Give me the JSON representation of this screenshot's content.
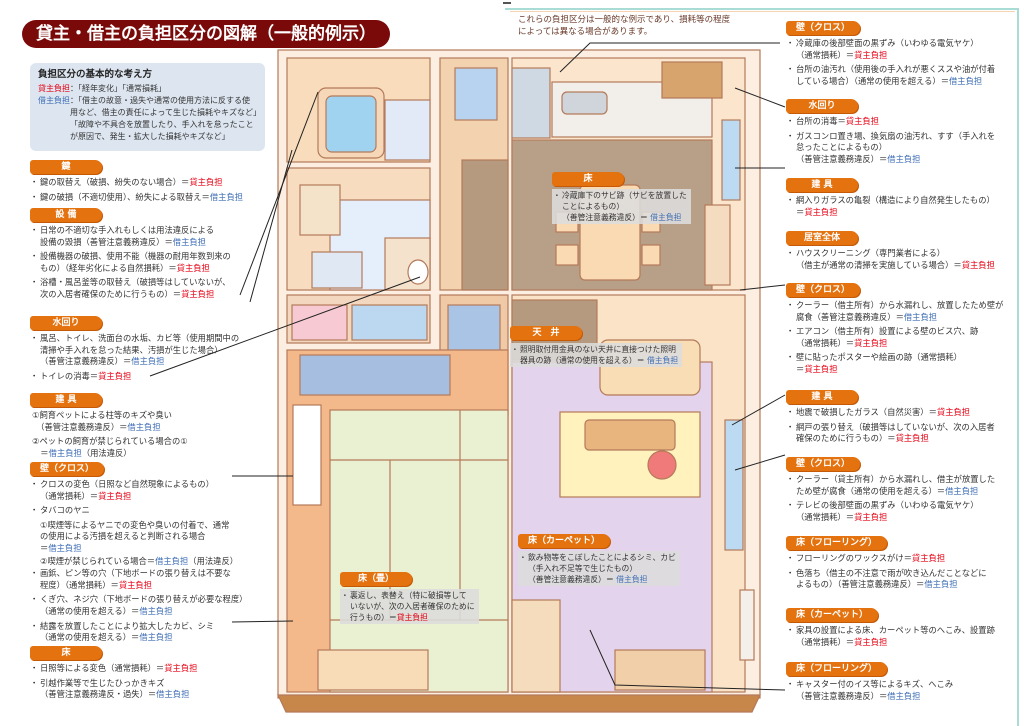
{
  "title": "貸主・借主の負担区分の図解（一般的例示）",
  "notice": "これらの負担区分は一般的な例示であり、損耗等の程度\nによっては異なる場合があります。",
  "colors": {
    "lessor": "#e60012",
    "lessee": "#3d6db5",
    "header": "#e4720f",
    "title_bg": "#7a0a0a",
    "info_bg": "#dde6f0"
  },
  "info": {
    "title": "負担区分の基本的な考え方",
    "lessor_label": "貸主負担",
    "lessor_text": "：「経年変化」「通常損耗」",
    "lessee_label": "借主負担",
    "lessee_text": "：「借主の故意・過失や通常の使用方法に反する使用など、借主の責任によって生じた損耗やキズなど」「故障や不具合を放置したり、手入れを怠ったことが原因で、発生・拡大した損耗やキズなど」"
  },
  "left": [
    {
      "header": "鍵",
      "items": [
        {
          "segs": [
            "鍵の取替え（破損、紛失のない場合）＝",
            {
              "t": "貸主負担",
              "p": "L"
            }
          ]
        },
        {
          "segs": [
            "鍵の破損（不適切使用）、紛失による取替え＝",
            {
              "t": "借主負担",
              "p": "T"
            }
          ]
        }
      ]
    },
    {
      "header": "設 備",
      "items": [
        {
          "segs": [
            "日常の不適切な手入れもしくは用法違反による\n設備の毀損（善管注意義務違反）＝",
            {
              "t": "借主負担",
              "p": "T"
            }
          ]
        },
        {
          "segs": [
            "設備機器の破損、使用不能（機器の耐用年数到来の\nもの）（経年劣化による自然損耗）＝",
            {
              "t": "貸主負担",
              "p": "L"
            }
          ]
        },
        {
          "segs": [
            "浴槽・風呂釜等の取替え（破損等はしていないが、\n次の入居者確保のために行うもの）＝",
            {
              "t": "貸主負担",
              "p": "L"
            }
          ]
        }
      ]
    },
    {
      "header": "水回り",
      "items": [
        {
          "segs": [
            "風呂、トイレ、洗面台の水垢、カビ等（使用期間中の\n清掃や手入れを怠った結果、汚損が生じた場合）\n（善管注意義務違反）＝",
            {
              "t": "借主負担",
              "p": "T"
            }
          ]
        },
        {
          "segs": [
            "トイレの消毒＝",
            {
              "t": "貸主負担",
              "p": "L"
            }
          ]
        }
      ]
    },
    {
      "header": "建 具",
      "items": [
        {
          "style": "nob",
          "segs": [
            "①飼育ペットによる柱等のキズや臭い\n　（善管注意義務違反）＝",
            {
              "t": "借主負担",
              "p": "T"
            }
          ]
        },
        {
          "style": "nob",
          "segs": [
            "②ペットの飼育が禁じられている場合の①\n　＝",
            {
              "t": "借主負担",
              "p": "T"
            },
            "（用法違反）"
          ]
        }
      ]
    },
    {
      "header": "壁（クロス）",
      "items": [
        {
          "segs": [
            "クロスの変色（日照など自然現象によるもの）\n（通常損耗）＝",
            {
              "t": "貸主負担",
              "p": "L"
            }
          ]
        },
        {
          "segs": [
            "タバコのヤニ"
          ]
        },
        {
          "style": "sub",
          "segs": [
            "①喫煙等によるヤニでの変色や臭いの付着で、通常\nの使用による汚損を超えると判断される場合\n＝",
            {
              "t": "借主負担",
              "p": "T"
            }
          ]
        },
        {
          "style": "sub",
          "segs": [
            "②喫煙が禁じられている場合＝",
            {
              "t": "借主負担",
              "p": "T"
            },
            "（用法違反）"
          ]
        },
        {
          "segs": [
            "画鋲、ピン等の穴（下地ボードの張り替えは不要な\n程度）（通常損耗）＝",
            {
              "t": "貸主負担",
              "p": "L"
            }
          ]
        },
        {
          "segs": [
            "くぎ穴、ネジ穴（下地ボードの張り替えが必要な程度）\n（通常の使用を超える）＝",
            {
              "t": "借主負担",
              "p": "T"
            }
          ]
        },
        {
          "segs": [
            "結露を放置したことにより拡大したカビ、シミ\n（通常の使用を超える）＝",
            {
              "t": "借主負担",
              "p": "T"
            }
          ]
        }
      ]
    },
    {
      "header": "床",
      "items": [
        {
          "segs": [
            "日照等による変色（通常損耗）＝",
            {
              "t": "貸主負担",
              "p": "L"
            }
          ]
        },
        {
          "segs": [
            "引越作業等で生じたひっかきキズ\n（善管注意義務違反・過失）＝",
            {
              "t": "借主負担",
              "p": "T"
            }
          ]
        }
      ]
    }
  ],
  "right": [
    {
      "header": "壁（クロス）",
      "items": [
        {
          "segs": [
            "冷蔵庫の後部壁面の黒ずみ（いわゆる電気ヤケ）\n（通常損耗）＝",
            {
              "t": "貸主負担",
              "p": "L"
            }
          ]
        },
        {
          "segs": [
            "台所の油汚れ（使用後の手入れが悪くススや油が付着\nしている場合）（通常の使用を超える）＝",
            {
              "t": "借主負担",
              "p": "T"
            }
          ]
        }
      ]
    },
    {
      "header": "水回り",
      "items": [
        {
          "segs": [
            "台所の消毒＝",
            {
              "t": "貸主負担",
              "p": "L"
            }
          ]
        },
        {
          "segs": [
            "ガスコンロ置き場、換気扇の油汚れ、すす（手入れを\n怠ったことによるもの）\n（善管注意義務違反）＝",
            {
              "t": "借主負担",
              "p": "T"
            }
          ]
        }
      ]
    },
    {
      "header": "建 具",
      "items": [
        {
          "segs": [
            "網入りガラスの亀裂（構造により自然発生したもの）\n＝",
            {
              "t": "貸主負担",
              "p": "L"
            }
          ]
        }
      ]
    },
    {
      "header": "居室全体",
      "items": [
        {
          "segs": [
            "ハウスクリーニング（専門業者による）\n（借主が通常の清掃を実施している場合）＝",
            {
              "t": "貸主負担",
              "p": "L"
            }
          ]
        }
      ]
    },
    {
      "header": "壁（クロス）",
      "items": [
        {
          "segs": [
            "クーラー（借主所有）から水漏れし、放置したため壁が\n腐食（善管注意義務違反）＝",
            {
              "t": "借主負担",
              "p": "T"
            }
          ]
        },
        {
          "segs": [
            "エアコン（借主所有）設置による壁のビス穴、跡\n（通常損耗）＝",
            {
              "t": "貸主負担",
              "p": "L"
            }
          ]
        },
        {
          "segs": [
            "壁に貼ったポスターや絵画の跡（通常損耗）\n＝",
            {
              "t": "貸主負担",
              "p": "L"
            }
          ]
        }
      ]
    },
    {
      "header": "建 具",
      "items": [
        {
          "segs": [
            "地震で破損したガラス（自然災害）＝",
            {
              "t": "貸主負担",
              "p": "L"
            }
          ]
        },
        {
          "segs": [
            "網戸の張り替え（破損等はしていないが、次の入居者\n確保のために行うもの）＝",
            {
              "t": "貸主負担",
              "p": "L"
            }
          ]
        }
      ]
    },
    {
      "header": "壁（クロス）",
      "items": [
        {
          "segs": [
            "クーラー（貸主所有）から水漏れし、借主が放置した\nため壁が腐食（通常の使用を超える）＝",
            {
              "t": "借主負担",
              "p": "T"
            }
          ]
        },
        {
          "segs": [
            "テレビの後部壁面の黒ずみ（いわゆる電気ヤケ）\n（通常損耗）＝",
            {
              "t": "貸主負担",
              "p": "L"
            }
          ]
        }
      ]
    },
    {
      "header": "床（フローリング）",
      "items": [
        {
          "segs": [
            "フローリングのワックスがけ＝",
            {
              "t": "貸主負担",
              "p": "L"
            }
          ]
        },
        {
          "segs": [
            "色落ち（借主の不注意で雨が吹き込んだことなどに\nよるもの）（善管注意義務違反）＝",
            {
              "t": "借主負担",
              "p": "T"
            }
          ]
        }
      ]
    },
    {
      "header": "床（カーペット）",
      "items": [
        {
          "segs": [
            "家具の設置による床、カーペット等のへこみ、設置跡\n（通常損耗）＝",
            {
              "t": "貸主負担",
              "p": "L"
            }
          ]
        }
      ]
    },
    {
      "header": "床（フローリング）",
      "items": [
        {
          "segs": [
            "キャスター付のイス等によるキズ、へこみ\n（善管注意義務違反）＝",
            {
              "t": "借主負担",
              "p": "T"
            }
          ]
        }
      ]
    }
  ],
  "center": [
    {
      "header": "床",
      "segs": [
        "冷蔵庫下のサビ跡（サビを放置した\nことによるもの）\n（善管注意義務違反）＝ ",
        {
          "t": "借主負担",
          "p": "T"
        }
      ]
    },
    {
      "header": "天　井",
      "segs": [
        "照明取付用金具のない天井に直接つけた照明\n器具の跡（通常の使用を超える）＝ ",
        {
          "t": "借主負担",
          "p": "T"
        }
      ]
    },
    {
      "header": "床（カーペット）",
      "segs": [
        "飲み物等をこぼしたことによるシミ、カビ\n（手入れ不足等で生じたもの）\n（善管注意義務違反）＝ ",
        {
          "t": "借主負担",
          "p": "T"
        }
      ]
    },
    {
      "header": "床（畳）",
      "segs": [
        "裏返し、表替え（特に破損等して\nいないが、次の入居者確保のために\n行うもの）＝",
        {
          "t": "貸主負担",
          "p": "L"
        }
      ]
    }
  ]
}
